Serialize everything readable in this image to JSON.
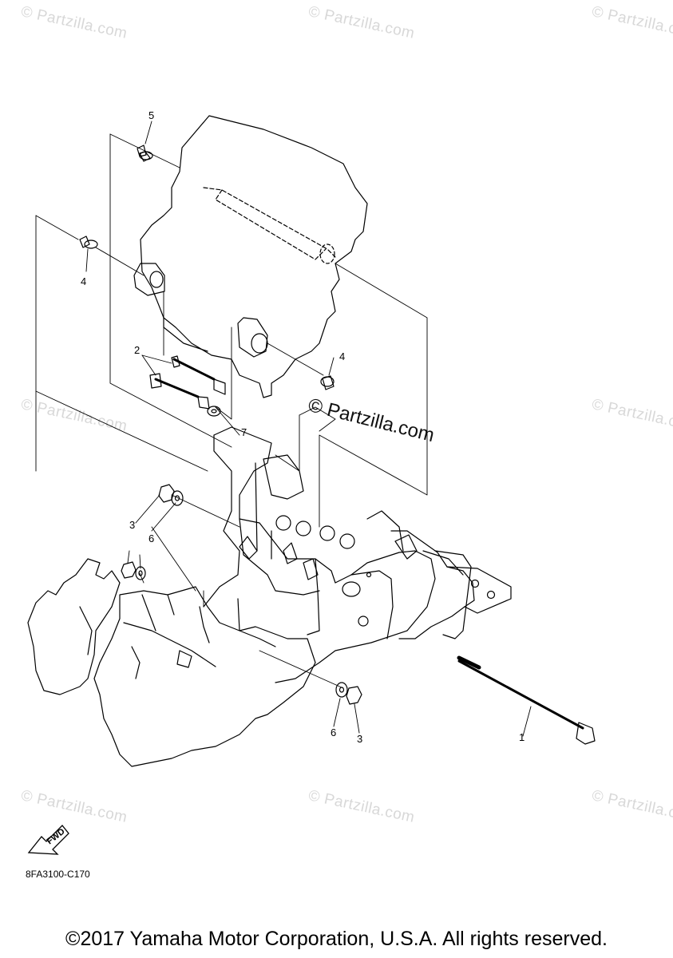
{
  "watermark": "© Partzilla.com",
  "callouts": {
    "c1": "1",
    "c2": "2",
    "c3a": "3",
    "c3b": "3",
    "c4a": "4",
    "c4b": "4",
    "c5": "5",
    "c6a": "6",
    "c6b": "6",
    "c7": "7"
  },
  "fwd_label": "FWD",
  "diagram_code": "8FA3100-C170",
  "copyright": "©2017 Yamaha Motor Corporation, U.S.A. All rights reserved."
}
